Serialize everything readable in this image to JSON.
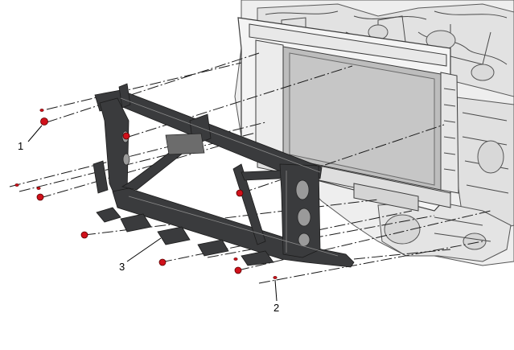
{
  "callouts": [
    {
      "id": "1",
      "label": "1"
    },
    {
      "id": "2",
      "label": "2"
    },
    {
      "id": "3",
      "label": "3"
    }
  ],
  "colors": {
    "fastener": "#d0111b",
    "bracket": "#3a3b3d",
    "engine_bay": "#e6e6e6",
    "radiator_core": "#b9b9b9"
  },
  "icons": {
    "fastener": "bolt-icon",
    "pin": "pin-icon"
  }
}
